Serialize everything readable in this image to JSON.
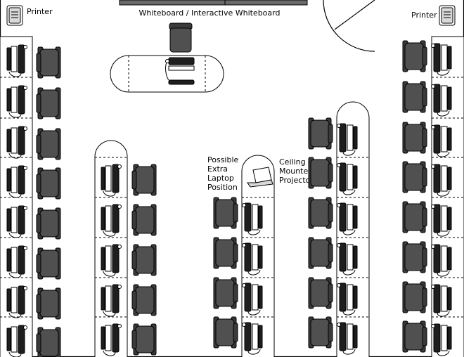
{
  "labels": {
    "whiteboard": "Whiteboard / Interactive Whiteboard",
    "printer_left": "Printer",
    "printer_right": "Printer",
    "laptop_line1": "Possible",
    "laptop_line2": "Extra",
    "laptop_line3": "Laptop",
    "laptop_line4": "Position",
    "projector_line1": "Ceiling",
    "projector_line2": "Mounted",
    "projector_line3": "Projector"
  },
  "icons": {
    "printer": "printer-icon",
    "workstation": "computer-workstation-icon",
    "chair": "office-chair-icon",
    "laptop": "laptop-icon",
    "door": "door-swing-icon"
  },
  "colors": {
    "chair": "#505050",
    "workstation_dark": "#1e1e1e",
    "background": "#ffffff",
    "line": "#000000"
  }
}
